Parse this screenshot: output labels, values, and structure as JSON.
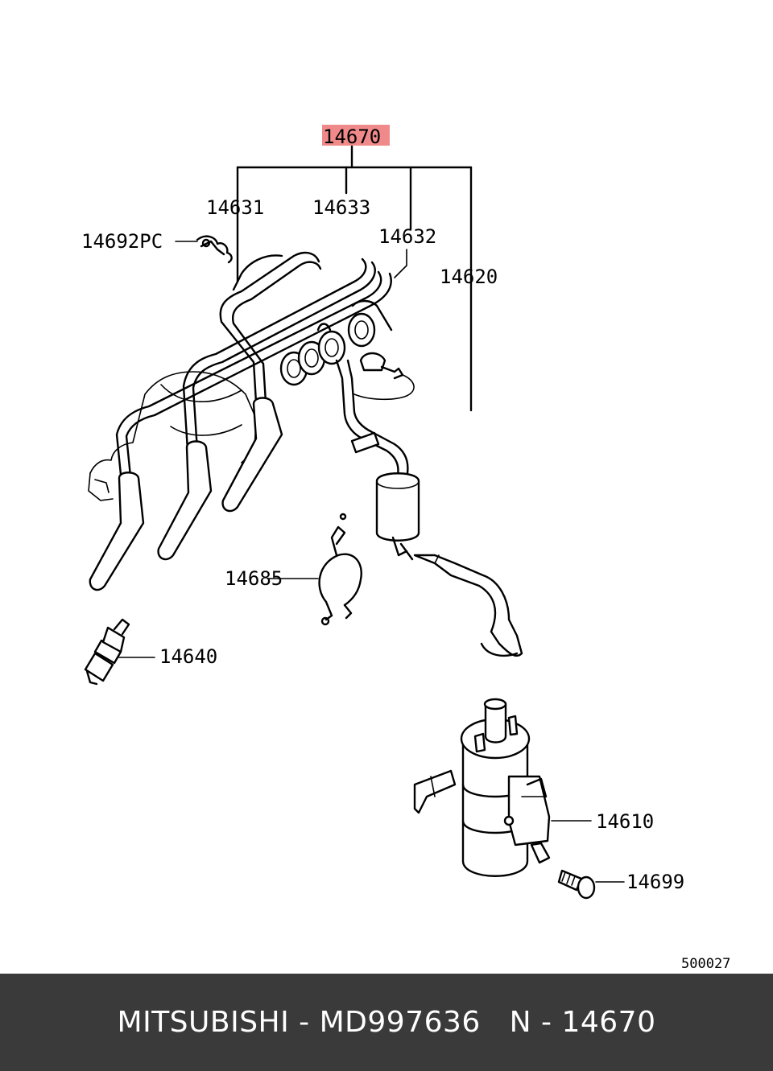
{
  "diagram": {
    "highlight_color": "#f08a8a",
    "labels": {
      "assembly": "14670",
      "cable_1": "14631",
      "cable_3": "14633",
      "cable_2": "14632",
      "cable_coil": "14620",
      "clamp": "14692PC",
      "gasket": "14685",
      "spark_plug": "14640",
      "ignition_coil": "14610",
      "bolt": "14699",
      "sheet_number": "500027"
    }
  },
  "footer": {
    "text": "MITSUBISHI - MD997636   N - 14670",
    "background": "#3a3a3a"
  }
}
